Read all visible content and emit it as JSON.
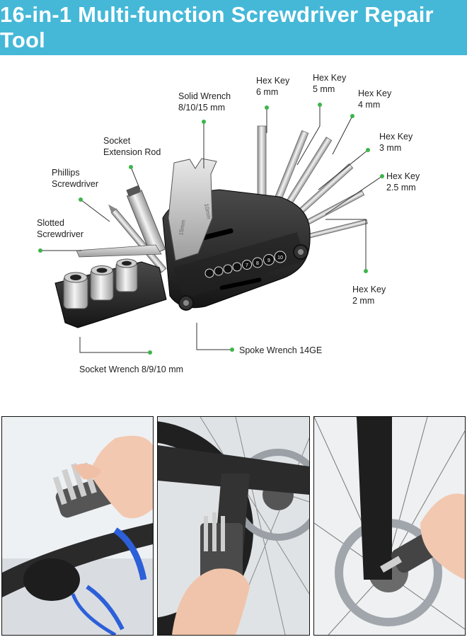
{
  "banner": {
    "title": "16-in-1 Multi-function Screwdriver Repair Tool",
    "bg_color": "#45b8d8",
    "text_color": "#ffffff"
  },
  "diagram": {
    "accent_color": "#3cb54a",
    "labels": {
      "solid_wrench": [
        "Solid Wrench",
        "8/10/15 mm"
      ],
      "hex_6": [
        "Hex Key",
        "6 mm"
      ],
      "hex_5": [
        "Hex Key",
        "5 mm"
      ],
      "hex_4": [
        "Hex Key",
        "4 mm"
      ],
      "hex_3": [
        "Hex Key",
        "3 mm"
      ],
      "hex_25": [
        "Hex Key",
        "2.5 mm"
      ],
      "hex_2": [
        "Hex Key",
        "2 mm"
      ],
      "socket_rod": [
        "Socket",
        "Extension Rod"
      ],
      "phillips": [
        "Phillips",
        "Screwdriver"
      ],
      "slotted": [
        "Slotted",
        "Screwdriver"
      ],
      "spoke_wrench": "Spoke Wrench 14GE",
      "socket_wrench": "Socket Wrench 8/9/10 mm"
    },
    "tool_markings": {
      "wrench_15": "15mm",
      "wrench_10": "10mm",
      "spoke_sizes": [
        "7",
        "8",
        "9",
        "10"
      ]
    }
  },
  "photos": [
    {
      "icon": "hand-holding-multitool-on-handlebar"
    },
    {
      "icon": "hand-using-multitool-on-rear-dropout"
    },
    {
      "icon": "hand-using-multitool-on-front-hub"
    }
  ]
}
